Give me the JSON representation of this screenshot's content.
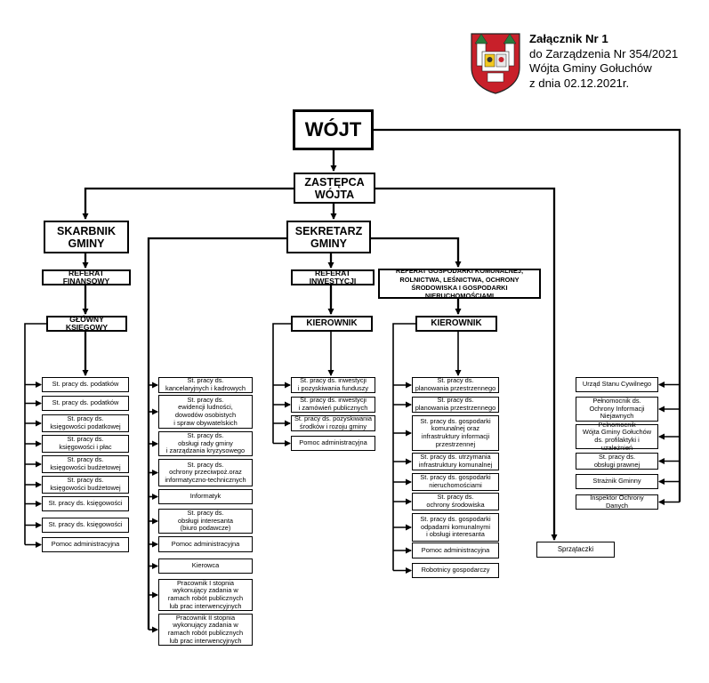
{
  "header": {
    "title": "Załącznik Nr 1",
    "lines": "do Zarządzenia Nr 354/2021\nWójta Gminy Gołuchów\nz dnia 02.12.2021r."
  },
  "nodes": {
    "wojt": "WÓJT",
    "zastepca": "ZASTĘPCA\nWÓJTA",
    "skarbnik": "SKARBNIK\nGMINY",
    "sekretarz": "SEKRETARZ\nGMINY",
    "ref_fin": "REFERAT FINANSOWY",
    "ref_inw": "REFERAT INWESTYCJI",
    "ref_gosp": "REFERAT GOSPODARKI KOMUNALNEJ,\nROLNICTWA, LEŚNICTWA, OCHRONY\nŚRODOWISKA I GOSPODARKI NIERUCHOMOŚCIAMI",
    "gl_ksieg": "GŁÓWNY KSIĘGOWY",
    "kier_inw": "KIEROWNIK",
    "kier_gosp": "KIEROWNIK"
  },
  "finanse": [
    "St. pracy ds. podatków",
    "St. pracy ds. podatków",
    "St. pracy ds.\nksięgowości podatkowej",
    "St. pracy ds.\nksięgowości i płac",
    "St. pracy ds.\nksięgowości budżetowej",
    "St. pracy ds.\nksięgowości budżetowej",
    "St. pracy ds. księgowości",
    "St. pracy ds. księgowości",
    "Pomoc administracyjna"
  ],
  "sekretarz_staff": [
    "St. pracy ds.\nkancelaryjnych i kadrowych",
    "St. pracy ds.\newidencji ludności,\ndowodów osobistych\ni spraw obywatelskich",
    "St. pracy ds.\nobsługi rady gminy\ni zarządzania kryzysowego",
    "St. pracy ds.\nochrony przeciwpoż.oraz\ninformatyczno-technicznych",
    "Informatyk",
    "St. pracy ds.\nobsługi interesanta\n(biuro podawcze)",
    "Pomoc administracyjna",
    "Kierowca",
    "Pracownik I stopnia\nwykonujący zadania w\nramach robót publicznych\nlub prac interwencyjnych",
    "Pracownik II stopnia\nwykonujący zadania w\nramach robót publicznych\nlub prac interwencyjnych"
  ],
  "inwestycje": [
    "St. pracy ds. inwestycji\ni pozyskiwania funduszy",
    "St. pracy ds. inwestycji\ni zamówień publicznych",
    "St. pracy ds. pozyskiwania\nśrodków i rozoju gminy",
    "Pomoc administracyjna"
  ],
  "gospodarka": [
    "St. pracy ds.\nplanowania przestrzennego",
    "St. pracy ds.\nplanowania przestrzennego",
    "St. pracy ds. gospodarki\nkomunalnej oraz\ninfrastruktury informacji\nprzestrzennej",
    "St. pracy ds. utrzymania\ninfrastruktury komunalnej",
    "St. pracy ds. gospodarki\nnieruchomościami",
    "St. pracy ds.\nochrony środowiska",
    "St. pracy ds. gospodarki\nodpadami komunalnymi\ni obsługi interesanta",
    "Pomoc administracyjna",
    "Robotnicy gospodarczy"
  ],
  "sprzataczki": "Sprzątaczki",
  "wojt_staff": [
    "Urząd Stanu Cywilnego",
    "Pełnomocnik ds.\nOchrony Informacji\nNiejawnych",
    "Pełnomocnik\nWójta Gminy Gołuchów\nds. profilaktyki i uzależnień",
    "St. pracy ds.\nobsługi prawnej",
    "Strażnik Gminny",
    "Inspektor Ochrony Danych"
  ]
}
